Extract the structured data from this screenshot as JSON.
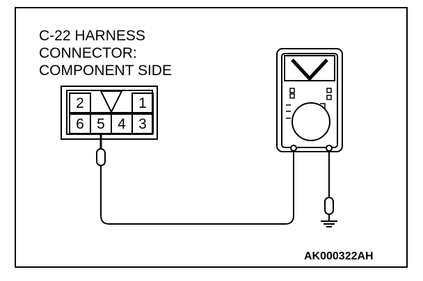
{
  "caption": {
    "line1": "C-22 HARNESS",
    "line2": "CONNECTOR:",
    "line3": "COMPONENT SIDE"
  },
  "connector": {
    "top_pins": [
      "2",
      "1"
    ],
    "bottom_pins": [
      "6",
      "5",
      "4",
      "3"
    ],
    "probed_pin": "5"
  },
  "voltmeter": {
    "display": "V"
  },
  "figure_code": "AK000322AH"
}
